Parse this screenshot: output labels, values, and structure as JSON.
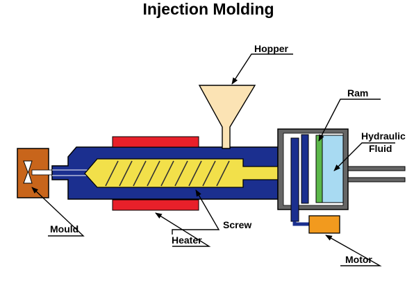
{
  "title": "Injection Molding",
  "labels": {
    "hopper": "Hopper",
    "ram": "Ram",
    "hydraulic_fluid_line1": "Hydraulic",
    "hydraulic_fluid_line2": "Fluid",
    "mould": "Mould",
    "screw": "Screw",
    "heater": "Heater",
    "motor": "Motor"
  },
  "colors": {
    "barrel": "#1b2f8f",
    "screw": "#f2e04a",
    "hopper": "#fbe3b4",
    "heater": "#e8202a",
    "mould": "#c8651b",
    "ram": "#5cb84a",
    "fluid": "#a8daf2",
    "motor": "#f29a1e",
    "housing": "#666666"
  }
}
